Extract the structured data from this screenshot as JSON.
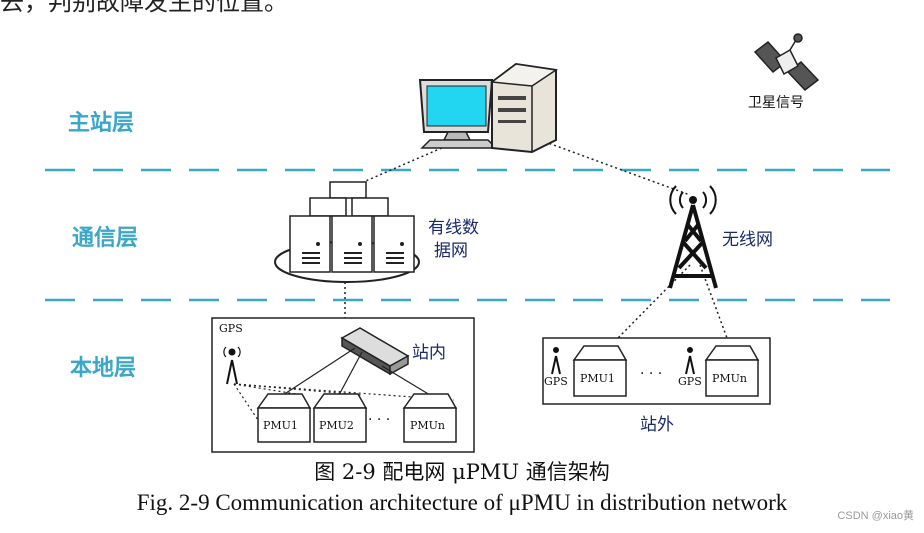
{
  "top_text": "去，判别故障发生的位置。",
  "layers": {
    "master": "主站层",
    "comm": "通信层",
    "local": "本地层"
  },
  "labels": {
    "satellite": "卫星信号",
    "wired_line1": "有线数",
    "wired_line2": "据网",
    "wireless": "无线网",
    "inside": "站内",
    "outside": "站外",
    "gps": "GPS",
    "pmu1": "PMU1",
    "pmu2": "PMU2",
    "pmun": "PMUn",
    "dots": "· · ·"
  },
  "caption": {
    "cn": "图 2-9  配电网 μPMU 通信架构",
    "en": "Fig. 2-9 Communication architecture of μPMU in distribution network"
  },
  "watermark": "CSDN @xiao黄",
  "colors": {
    "layer_text": "#3aa6c8",
    "dashed_line": "#3aa6c8",
    "label_text": "#1a2a6a"
  }
}
